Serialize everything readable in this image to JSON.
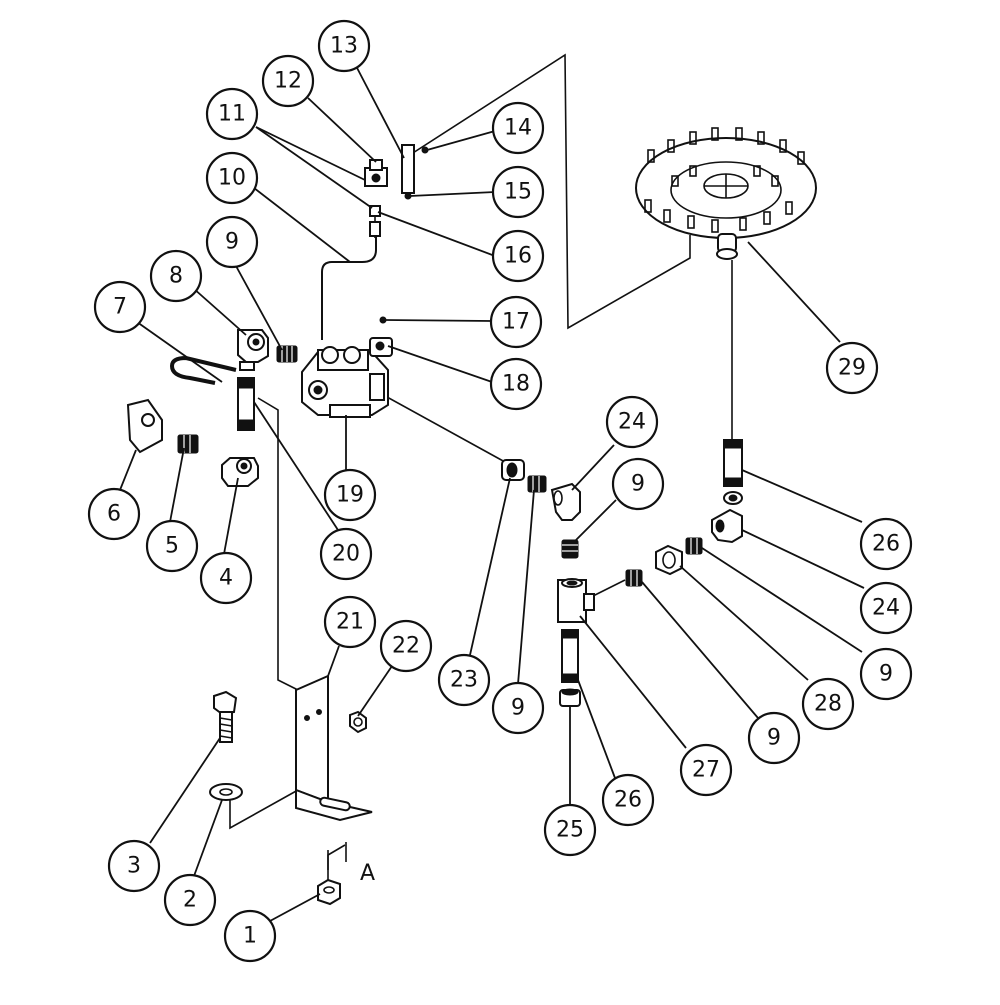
{
  "diagram": {
    "balloons": [
      {
        "id": "b1",
        "label": "1"
      },
      {
        "id": "b2",
        "label": "2"
      },
      {
        "id": "b3",
        "label": "3"
      },
      {
        "id": "b4",
        "label": "4"
      },
      {
        "id": "b5",
        "label": "5"
      },
      {
        "id": "b6",
        "label": "6"
      },
      {
        "id": "b7",
        "label": "7"
      },
      {
        "id": "b8",
        "label": "8"
      },
      {
        "id": "b9a",
        "label": "9"
      },
      {
        "id": "b10",
        "label": "10"
      },
      {
        "id": "b11",
        "label": "11"
      },
      {
        "id": "b12",
        "label": "12"
      },
      {
        "id": "b13",
        "label": "13"
      },
      {
        "id": "b14",
        "label": "14"
      },
      {
        "id": "b15",
        "label": "15"
      },
      {
        "id": "b16",
        "label": "16"
      },
      {
        "id": "b17",
        "label": "17"
      },
      {
        "id": "b18",
        "label": "18"
      },
      {
        "id": "b19",
        "label": "19"
      },
      {
        "id": "b20",
        "label": "20"
      },
      {
        "id": "b21",
        "label": "21"
      },
      {
        "id": "b22",
        "label": "22"
      },
      {
        "id": "b23",
        "label": "23"
      },
      {
        "id": "b24a",
        "label": "24"
      },
      {
        "id": "b9b",
        "label": "9"
      },
      {
        "id": "b9c",
        "label": "9"
      },
      {
        "id": "b29",
        "label": "29"
      },
      {
        "id": "b26a",
        "label": "26"
      },
      {
        "id": "b24b",
        "label": "24"
      },
      {
        "id": "b9d",
        "label": "9"
      },
      {
        "id": "b28",
        "label": "28"
      },
      {
        "id": "b9e",
        "label": "9"
      },
      {
        "id": "b27",
        "label": "27"
      },
      {
        "id": "b26b",
        "label": "26"
      },
      {
        "id": "b25",
        "label": "25"
      }
    ],
    "section_marker": "A"
  }
}
